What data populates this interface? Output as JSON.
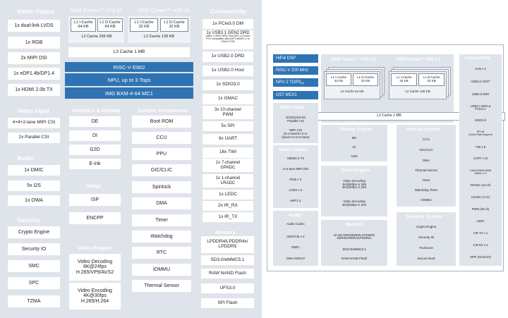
{
  "left": {
    "video_output": {
      "title": "Video Output",
      "items": [
        "1x dual-link LVDS",
        "1x RGB",
        "2x MIPI DSI",
        "1x eDP1.4b/DP1.4",
        "1x HDMI 2.0b TX"
      ]
    },
    "cpu": {
      "a76_title": "ARM Cortex™-A76 x2",
      "a55_title": "ARM Cortex™-A55 x6",
      "a76_l1i": "L1 I-Cache\n64 KB",
      "a76_l1d": "L1 D-Cache\n64 KB",
      "a76_l2": "L2 Cache 265 KB",
      "a55_l1i": "L1 I-Cache\n32 KB",
      "a55_l1d": "L1 D-Cache\n32 KB",
      "a55_l2": "L2 Cache 128 KB",
      "l3": "L3 Cache 1 MB",
      "riscv": "RISC-V E902",
      "npu": "NPU, up to 3 Tops",
      "gpu": "IMG BXM-4-64 MC1"
    },
    "connectivity": {
      "title": "Connectivity",
      "items": [
        "1x PCIe3.0 DM",
        "1x USB3.1 GEN2 DRD",
        "1x USB2.0 DRD",
        "1x USB2.0 Host",
        "1x SDIO3.0",
        "1x GMAC",
        "3x 10-channel\nPWM",
        "5x SPI",
        "9x UART",
        "16x TWI",
        "1x 7-channel\nGPADC",
        "1x 1-channel\nLRADC",
        "1x LEDC",
        "2x IR_RX",
        "1x IR_TX"
      ],
      "usb_note": "USB3.1 GEN2 DRD Gen1/DP1.4 Combo PHY compatible with eDP1.4b/DP1.4 or PCIe2.0 DM"
    },
    "video_input": {
      "title": "Video Input",
      "items": [
        "4+4+2-lane MIPI CSI",
        "2x Parallel CSI"
      ]
    },
    "audio": {
      "title": "Audio",
      "items": [
        "1x DMIC",
        "5x I2S",
        "1x OWA"
      ]
    },
    "security": {
      "title": "Security",
      "items": [
        "Crypto Engine",
        "Security IO",
        "SMC",
        "SPC",
        "TZMA"
      ]
    },
    "graphics": {
      "title": "Graphics & Display",
      "items": [
        "DE",
        "DI",
        "G2D",
        "E-ink"
      ]
    },
    "image": {
      "title": "Image",
      "items": [
        "ISP",
        "ENCPP"
      ]
    },
    "video_engine": {
      "title": "Video Engine",
      "items": [
        "Video Decoding\n8K@24fps\nH.265/VP9/AVS2",
        "Video Encoding\n4K@30fps\nH.265/H.264"
      ]
    },
    "system": {
      "title": "System Component",
      "items": [
        "Boot ROM",
        "CCU",
        "PPU",
        "GIC/CLIC",
        "Spinlock",
        "DMA",
        "Timer",
        "Watchdog",
        "RTC",
        "IOMMU",
        "Thermal Sensor"
      ]
    },
    "memory": {
      "title": "Memory",
      "items": [
        "LPDDR4/LPDDR4x/\nLPDDR5",
        "SD3.0/eMMC5.1",
        "RAW NAND Flash",
        "UFS3.0",
        "SPI Flash"
      ]
    }
  },
  "right": {
    "hifi": "HiFi4 DSP",
    "riscv": "RISC-V 200 MHz",
    "npu": "NPU 2 TOPS",
    "npu_sup": "(2)",
    "gpu": "GS7 MC01",
    "a55_left_title": "ARM Cortex™-A55 x 4",
    "a55_right_title": "ARM Cortex™-A55 x 4",
    "l1i": "L1 I-Cache\n32 KB",
    "l1d": "L1 D-Cache\n32 KB",
    "l2_left": "L2 Cache 64 KB",
    "l2_right": "L2 Cache 128 KB",
    "l3": "L3 Cache 1 MB",
    "video_input": {
      "title": "Video Input",
      "items": [
        "8/10/12/16-bit\nParallel CSI",
        "MIPI CSI\n(4+4-lane/4+2+2-\nlane/2+2+2+2-lane)"
      ]
    },
    "video_output": {
      "title": "Video Output",
      "items": [
        "HDMI2.0 TX",
        "4+4-lane MIPI DSI",
        "RGB x 2",
        "LVDS x 4",
        "eDP1.3"
      ]
    },
    "audio": {
      "title": "Audio",
      "items": [
        "Audio Codec",
        "I2S/PCM x 4",
        "DMIC",
        "OWA IN/OUT"
      ]
    },
    "display_engine": {
      "title": "Display Engine",
      "items": [
        "DE",
        "DI",
        "G2D"
      ]
    },
    "video_engine": {
      "title": "Video Engine",
      "items": [
        "Video Decoding\n4K@60fps H.265\n4K@30fps H.264",
        "Video Encoding\n4K@25fps H.264"
      ]
    },
    "memory": {
      "title": "Memory",
      "items": [
        "32 bits DDR3/DDR3L/LPDDR3/\nDDR4/LPDDR4/LPDDR4x",
        "SD3.0/eMMC5.1",
        "RAW NAND Flash"
      ]
    },
    "internal": {
      "title": "Internal System",
      "items": [
        "CCU",
        "GIC/CLIC",
        "DMA",
        "Thermal Sensor",
        "Timer",
        "Watchdog Timer",
        "IOMMU"
      ]
    },
    "security": {
      "title": "Security System",
      "items": [
        "Crypto Engine",
        "Security ID",
        "Trustzone",
        "Secure Boot"
      ]
    },
    "connectivity": {
      "title": "Connectivity",
      "items": [
        "CAN x 2",
        "USB2.0 HOST",
        "USB2.0 DRD",
        "USB3.1 DRD &\nPCIe2.1",
        "SDIO3.0",
        "SPI x6\n(Octal Flash support)",
        "TWI x 9",
        "UART x 10",
        "10M/100M/1000M\nGMAC x 2",
        "GPADC (24-ch)",
        "LRADC (2-ch)",
        "PWM (30-ch)",
        "LEDC",
        "CIR TX x 1",
        "CIR RX x 2",
        "SPIF (Octal I/O)"
      ]
    }
  }
}
